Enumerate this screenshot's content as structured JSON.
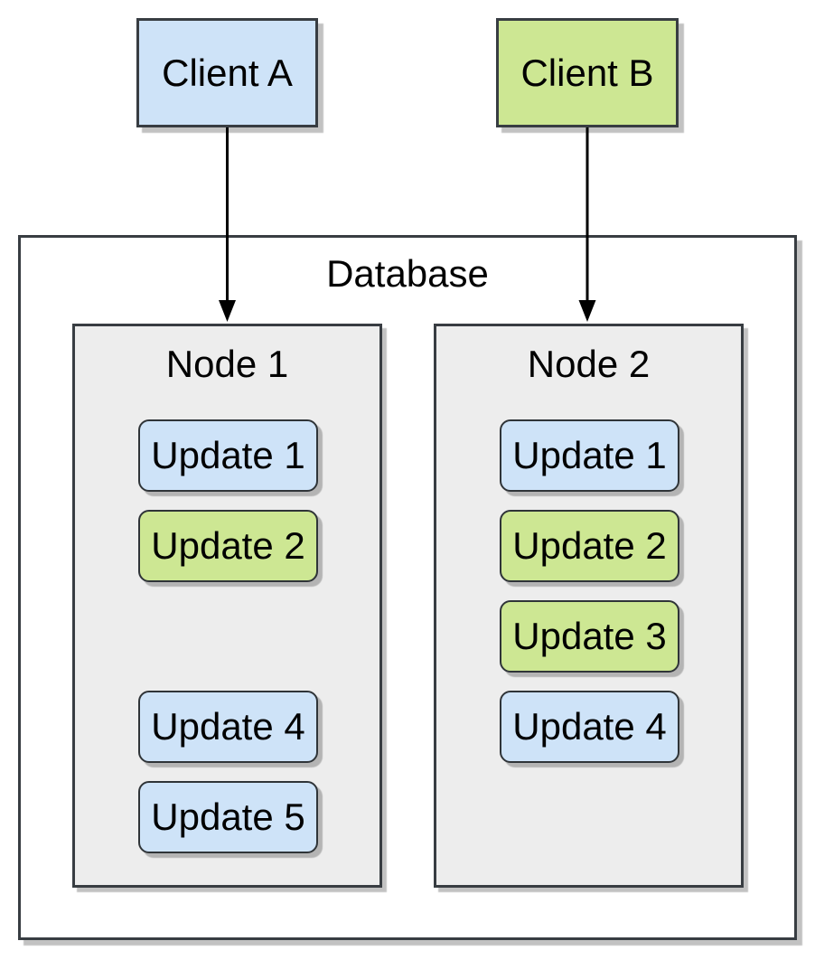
{
  "palette": {
    "blue": "#cee3f8",
    "green": "#cde793",
    "node_bg": "#ededed",
    "database_bg": "#ffffff",
    "border": "#383d42",
    "arrow": "#000000"
  },
  "clients": [
    {
      "id": "client-a",
      "label": "Client A",
      "color": "blue"
    },
    {
      "id": "client-b",
      "label": "Client B",
      "color": "green"
    }
  ],
  "arrows": [
    {
      "from": "client-a",
      "to": "node-1"
    },
    {
      "from": "client-b",
      "to": "node-2"
    }
  ],
  "database": {
    "title": "Database",
    "nodes": [
      {
        "id": "node-1",
        "title": "Node 1",
        "updates": [
          {
            "label": "Update 1",
            "color": "blue",
            "slot": 0
          },
          {
            "label": "Update 2",
            "color": "green",
            "slot": 1
          },
          {
            "label": "Update 4",
            "color": "blue",
            "slot": 3
          },
          {
            "label": "Update 5",
            "color": "blue",
            "slot": 4
          }
        ]
      },
      {
        "id": "node-2",
        "title": "Node 2",
        "updates": [
          {
            "label": "Update 1",
            "color": "blue",
            "slot": 0
          },
          {
            "label": "Update 2",
            "color": "green",
            "slot": 1
          },
          {
            "label": "Update 3",
            "color": "green",
            "slot": 2
          },
          {
            "label": "Update 4",
            "color": "blue",
            "slot": 3
          }
        ]
      }
    ]
  }
}
